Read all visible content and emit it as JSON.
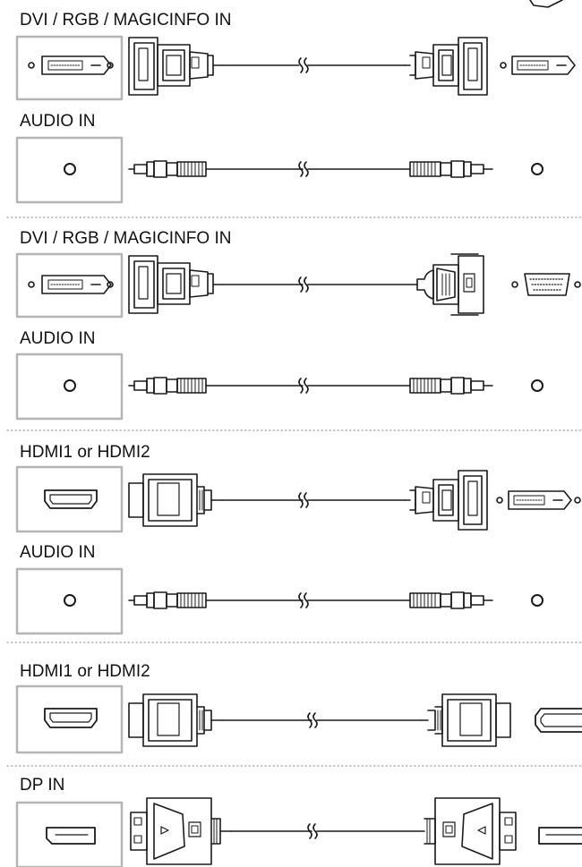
{
  "sections": [
    {
      "label": "DVI / RGB / MAGICINFO IN"
    },
    {
      "label": "AUDIO IN"
    },
    {
      "label": "DVI / RGB / MAGICINFO IN"
    },
    {
      "label": "AUDIO IN"
    },
    {
      "label": "HDMI1 or HDMI2"
    },
    {
      "label": "AUDIO IN"
    },
    {
      "label": "HDMI1 or HDMI2"
    },
    {
      "label": "DP IN"
    }
  ],
  "colors": {
    "line": "#1a1a1a",
    "port_border": "#b5b5b5",
    "divider": "#8a8a8a",
    "background": "#ffffff"
  },
  "icons": {
    "break_mark": "cable-break-icon",
    "dvi": "dvi-connector-icon",
    "vga": "vga-connector-icon",
    "audio": "audio-jack-icon",
    "hdmi": "hdmi-connector-icon",
    "dp": "displayport-connector-icon"
  }
}
